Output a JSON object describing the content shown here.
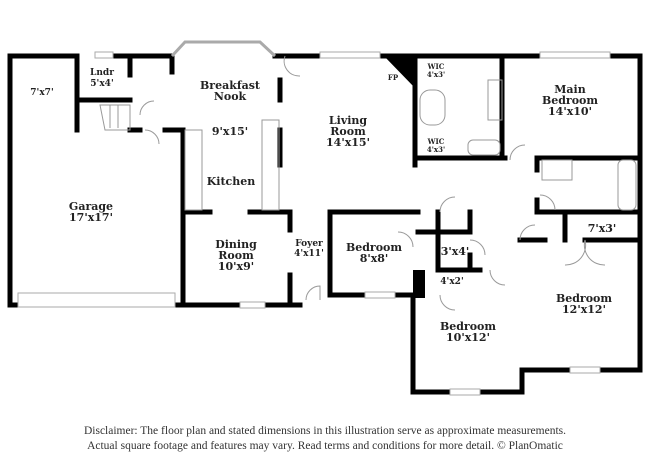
{
  "rooms": {
    "garage_corner": {
      "dim": "7'x7'"
    },
    "laundry": {
      "name": "Lndr",
      "dim": "5'x4'"
    },
    "breakfast_nook": {
      "name1": "Breakfast",
      "name2": "Nook",
      "dim": "9'x15'"
    },
    "kitchen": {
      "name": "Kitchen"
    },
    "garage": {
      "name": "Garage",
      "dim": "17'x17'"
    },
    "dining": {
      "name1": "Dining",
      "name2": "Room",
      "dim": "10'x9'"
    },
    "foyer": {
      "name": "Foyer",
      "dim": "4'x11'"
    },
    "living": {
      "name1": "Living",
      "name2": "Room",
      "dim": "14'x15'"
    },
    "fireplace": {
      "name": "FP"
    },
    "wic1": {
      "name": "WIC",
      "dim": "4'x3'"
    },
    "wic2": {
      "name": "WIC",
      "dim": "4'x3'"
    },
    "main_bedroom": {
      "name1": "Main",
      "name2": "Bedroom",
      "dim": "14'x10'"
    },
    "bedroom_8": {
      "name": "Bedroom",
      "dim": "8'x8'"
    },
    "closet_3x4": {
      "dim": "3'x4'"
    },
    "closet_4x2": {
      "dim": "4'x2'"
    },
    "closet_7x3": {
      "dim": "7'x3'"
    },
    "bedroom_10": {
      "name": "Bedroom",
      "dim": "10'x12'"
    },
    "bedroom_12": {
      "name": "Bedroom",
      "dim": "12'x12'"
    }
  },
  "disclaimer": {
    "line1": "Disclaimer: The floor plan and stated dimensions in this illustration serve as approximate measurements.",
    "line2": "Actual square footage and features may vary. Read terms and conditions for more detail. © PlanOmatic"
  },
  "colors": {
    "wall": "#000000",
    "fixture": "#999999"
  }
}
